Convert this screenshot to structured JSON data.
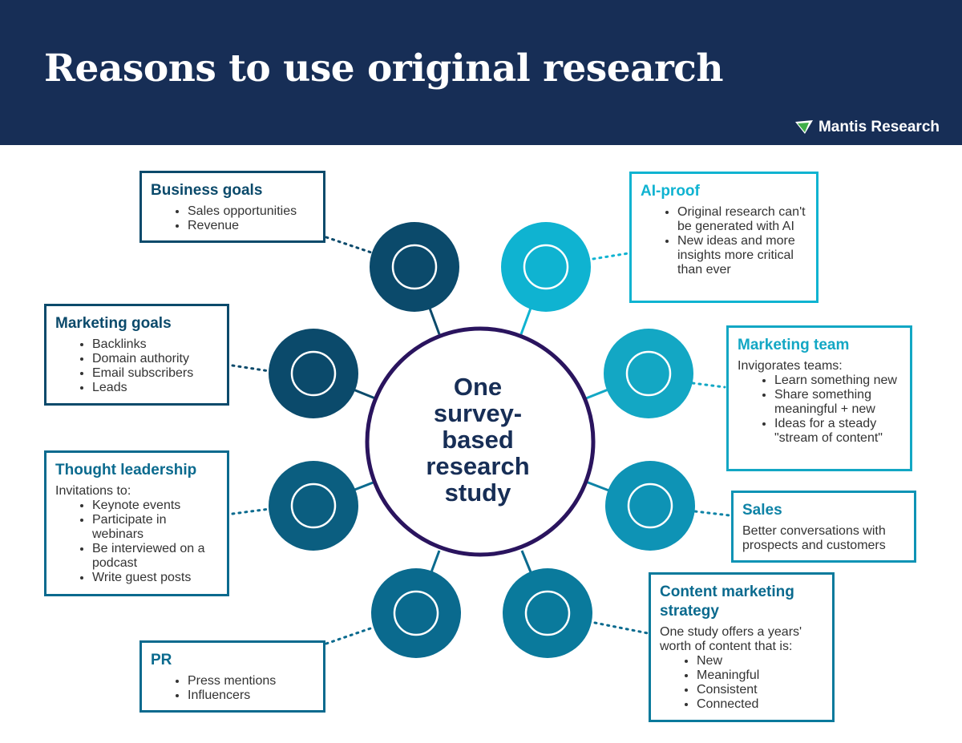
{
  "title": "Reasons to use original research",
  "logo": {
    "text": "Mantis Research",
    "icon": "mantis-logo-icon"
  },
  "center": {
    "lines": [
      "One",
      "survey-",
      "based",
      "research",
      "study"
    ]
  },
  "boxes": {
    "business_goals": {
      "title": "Business goals",
      "items": [
        "Sales opportunities",
        "Revenue"
      ]
    },
    "marketing_goals": {
      "title": "Marketing goals",
      "items": [
        "Backlinks",
        "Domain authority",
        "Email subscribers",
        "Leads"
      ]
    },
    "thought_leadership": {
      "title": "Thought leadership",
      "intro": "Invitations to:",
      "items": [
        "Keynote events",
        "Participate in webinars",
        "Be interviewed on a podcast",
        "Write guest posts"
      ]
    },
    "pr": {
      "title": "PR",
      "items": [
        "Press mentions",
        "Influencers"
      ]
    },
    "ai_proof": {
      "title": "AI-proof",
      "items": [
        "Original research can't be generated with AI",
        "New ideas and more insights more critical than ever"
      ]
    },
    "marketing_team": {
      "title": "Marketing team",
      "intro": "Invigorates teams:",
      "items": [
        "Learn something new",
        "Share something meaningful + new",
        "Ideas for a steady \"stream of content\""
      ]
    },
    "sales": {
      "title": "Sales",
      "intro": "Better conversations with prospects and customers"
    },
    "content_strategy": {
      "title": "Content marketing strategy",
      "intro": "One study offers a years' worth of content that is:",
      "items": [
        "New",
        "Meaningful",
        "Consistent",
        "Connected"
      ]
    }
  },
  "colors": {
    "header_bg": "#172e56",
    "center_ring": "#2a145e",
    "center_text": "#172e56",
    "dark_teal": "#0b4a6b",
    "mid_teal": "#0a6a8e",
    "cyan": "#0fb3d1",
    "light_cyan": "#13a7c4",
    "teal_blue": "#0e83a6"
  }
}
